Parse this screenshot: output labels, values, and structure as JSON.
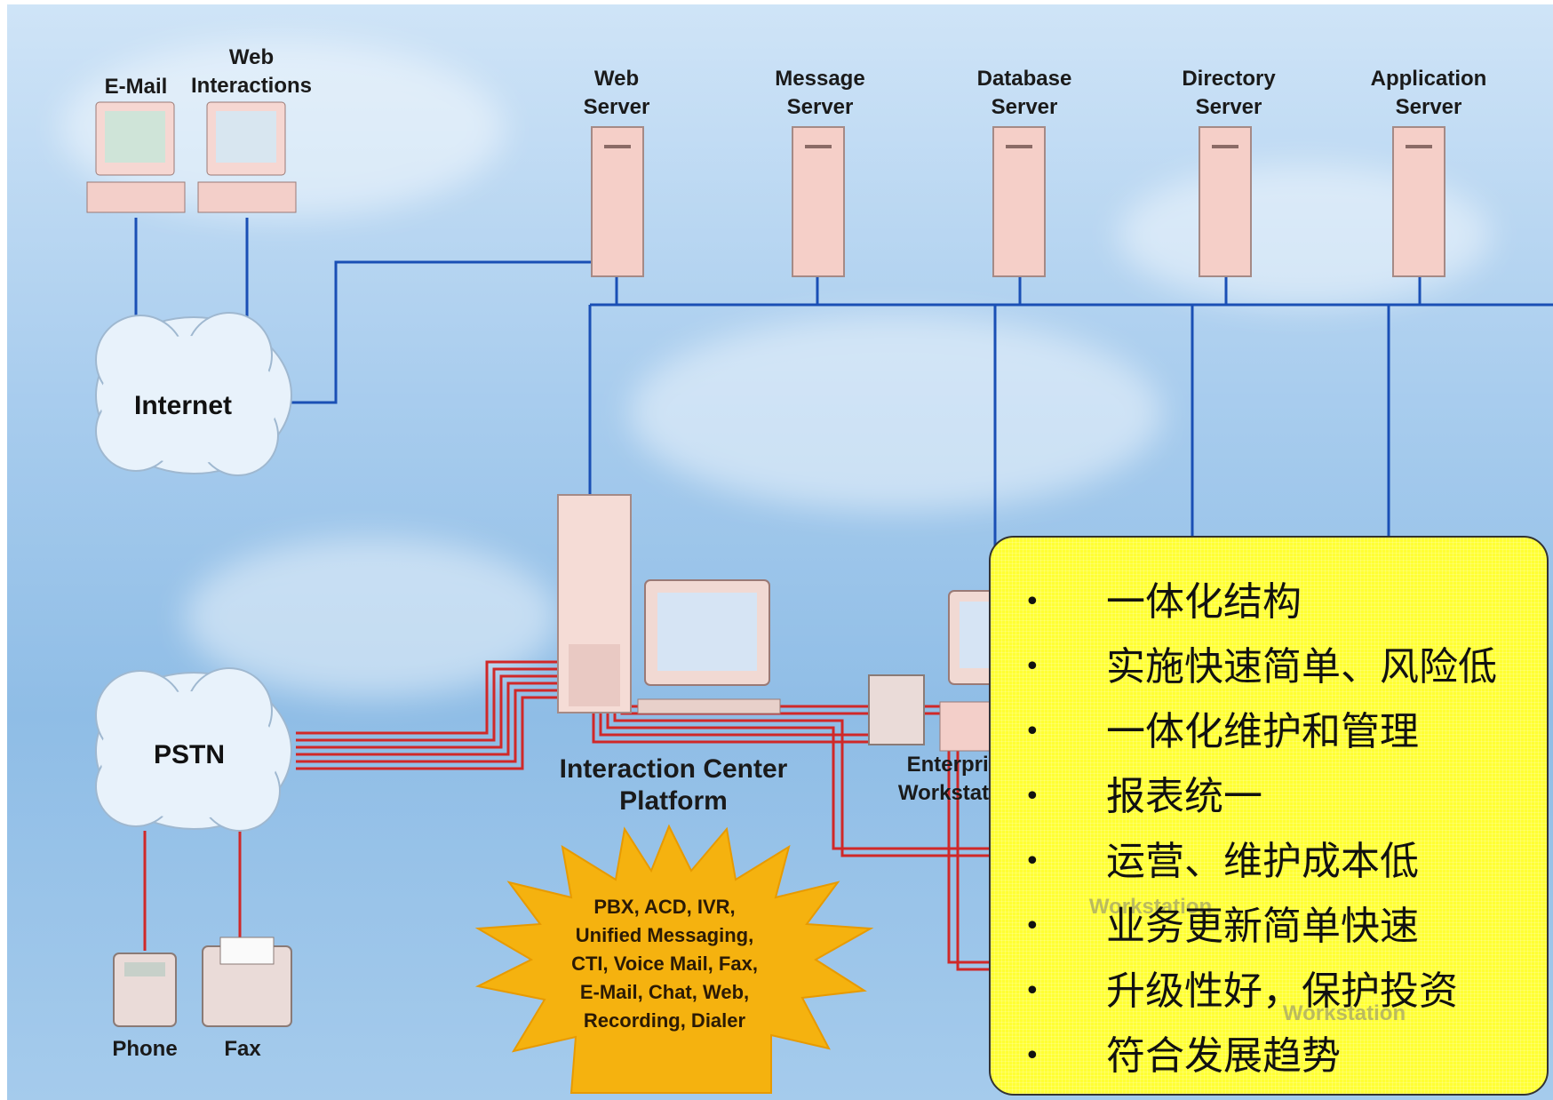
{
  "clients": {
    "email": "E-Mail",
    "web_interactions": [
      "Web",
      "Interactions"
    ]
  },
  "clouds": {
    "internet": "Internet",
    "pstn": "PSTN"
  },
  "servers": [
    {
      "line1": "Web",
      "line2": "Server"
    },
    {
      "line1": "Message",
      "line2": "Server"
    },
    {
      "line1": "Database",
      "line2": "Server"
    },
    {
      "line1": "Directory",
      "line2": "Server"
    },
    {
      "line1": "Application",
      "line2": "Server"
    }
  ],
  "platform": [
    "Interaction Center",
    "Platform"
  ],
  "enterprise": [
    "Enterprise",
    "Workstation"
  ],
  "ghost_labels": [
    "Workstation",
    "Workstation"
  ],
  "devices": {
    "phone": "Phone",
    "fax": "Fax"
  },
  "starburst": [
    "PBX, ACD, IVR,",
    "Unified Messaging,",
    "CTI, Voice Mail, Fax,",
    "E-Mail, Chat, Web,",
    "Recording, Dialer"
  ],
  "callout": {
    "bullet": "•",
    "items": [
      "一体化结构",
      "实施快速简单、风险低",
      "一体化维护和管理",
      "报表统一",
      "运营、维护成本低",
      "业务更新简单快速",
      "升级性好，保护投资",
      "符合发展趋势"
    ]
  },
  "colors": {
    "network_line": "#1a4fb5",
    "phone_line": "#cc2222",
    "callout_bg": "#ffff33",
    "star": "#f5b20f"
  }
}
